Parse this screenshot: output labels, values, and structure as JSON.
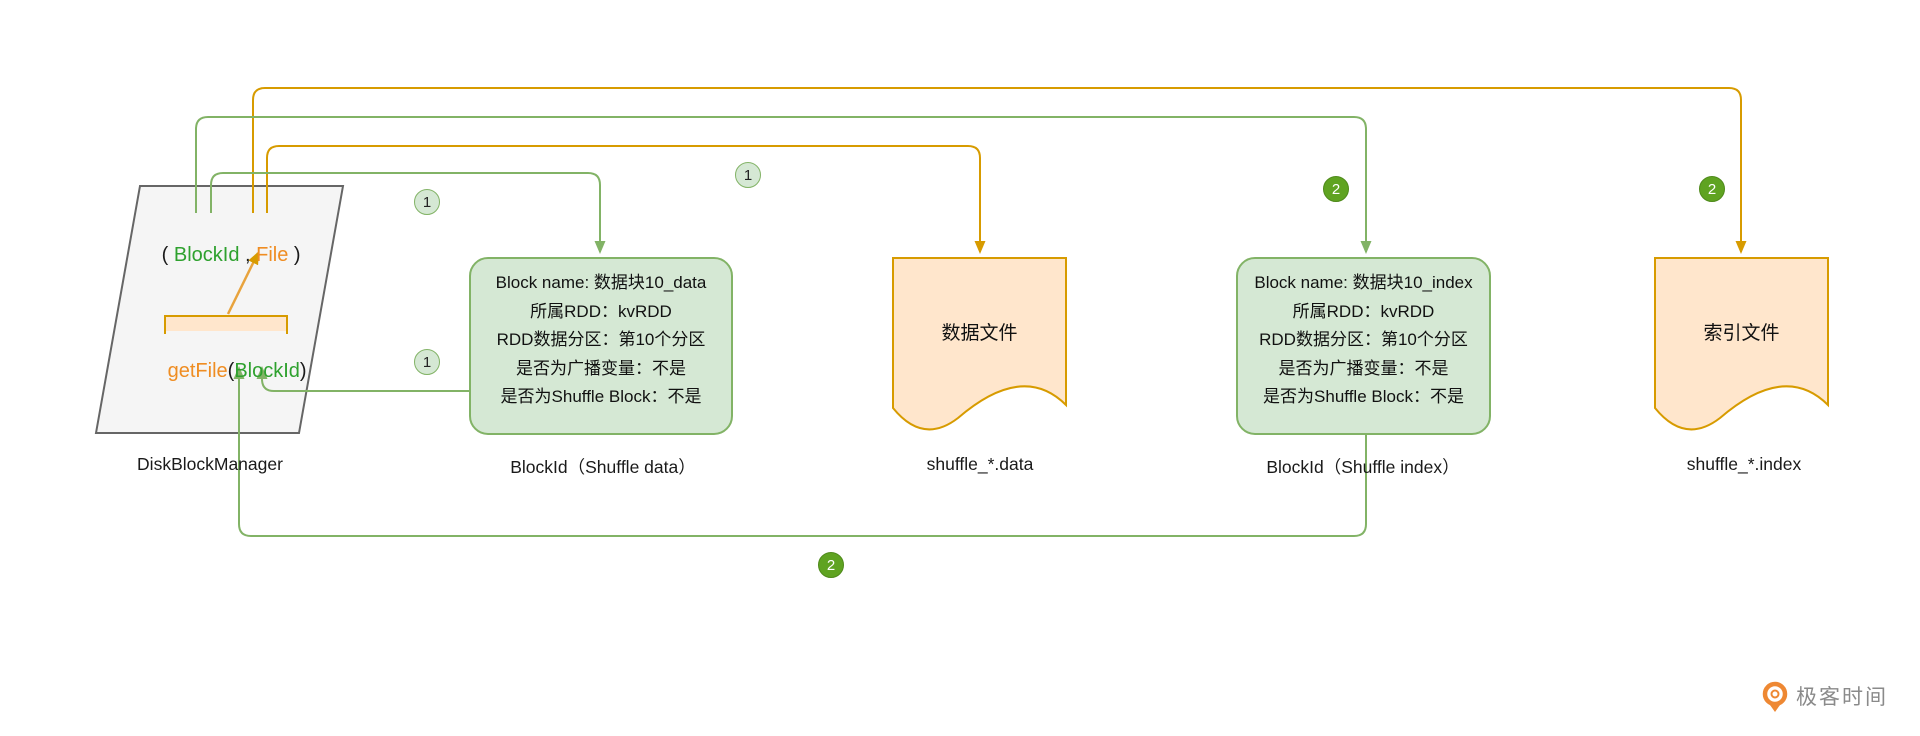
{
  "colors": {
    "green_stroke": "#82B366",
    "green_fill": "#D5E8D4",
    "orange_stroke": "#D79B00",
    "orange_fill": "#FFE6CC",
    "badge_solid_green": "#5FA321",
    "text_green": "#2EA12E",
    "text_orange": "#EF8D22",
    "shape_gray_fill": "#F5F5F5",
    "shape_gray_stroke": "#666666"
  },
  "nodes": {
    "disk_block_manager": {
      "label": "DiskBlockManager",
      "tuple": {
        "p1": "( ",
        "blockid": "BlockId",
        "p2": " , ",
        "file": "File",
        "p3": " )"
      },
      "method": {
        "name": "getFile",
        "p1": "(",
        "arg": "BlockId",
        "p2": ")"
      }
    },
    "shuffle_data_block": {
      "label": "BlockId（Shuffle data）",
      "lines": [
        "Block name: 数据块10_data",
        "所属RDD：kvRDD",
        "RDD数据分区：第10个分区",
        "是否为广播变量：不是",
        "是否为Shuffle Block：不是"
      ]
    },
    "data_file": {
      "text": "数据文件",
      "label": "shuffle_*.data"
    },
    "shuffle_index_block": {
      "label": "BlockId（Shuffle index）",
      "lines": [
        "Block name: 数据块10_index",
        "所属RDD：kvRDD",
        "RDD数据分区：第10个分区",
        "是否为广播变量：不是",
        "是否为Shuffle Block：不是"
      ]
    },
    "index_file": {
      "text": "索引文件",
      "label": "shuffle_*.index"
    }
  },
  "badges": {
    "step1": "1",
    "step2": "2"
  },
  "logo": {
    "text": "极客时间"
  }
}
